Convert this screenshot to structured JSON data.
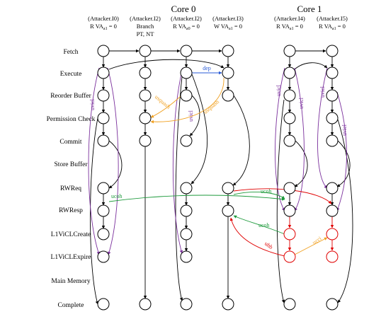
{
  "cores": [
    {
      "title": "Core 0"
    },
    {
      "title": "Core 1"
    }
  ],
  "columns": [
    {
      "line1": "(Attacker.I0)",
      "line2": "R VA",
      "sub": "a1",
      "line2_tail": " = 0"
    },
    {
      "line1": "(Attacker.I2)",
      "line2": "Branch",
      "line3": "PT, NT"
    },
    {
      "line1": "(Attacker.I2)",
      "line2": "R VA",
      "sub": "a0",
      "line2_tail": " = 0"
    },
    {
      "line1": "(Attacker.I3)",
      "line2": "W VA",
      "sub": "a1",
      "line2_tail": " = 0"
    },
    {
      "line1": "(Attacker.I4)",
      "line2": "R VA",
      "sub": "a1",
      "line2_tail": " = 0"
    },
    {
      "line1": "(Attacker.I5)",
      "line2": "R VA",
      "sub": "a1",
      "line2_tail": " = 0"
    }
  ],
  "rows": [
    "Fetch",
    "Execute",
    "Reorder Buffer",
    "Permission Check",
    "Commit",
    "Store Buffer",
    "RWReq",
    "RWResp",
    "L1ViCLCreate",
    "L1ViCLExpire",
    "Main Memory",
    "Complete"
  ],
  "edge_labels": {
    "dep": "dep",
    "usquash_a": "usquash",
    "usquash_b": "usquash",
    "uvicl": "uvicl",
    "ucoh": "ucoh",
    "uhb": "uhb",
    "ucci": "ucci"
  },
  "colors": {
    "black": "#000000",
    "purple": "#7a2f9c",
    "orange": "#f0a020",
    "blue": "#2a5bd7",
    "green": "#1e9a3c",
    "red": "#e00000"
  }
}
